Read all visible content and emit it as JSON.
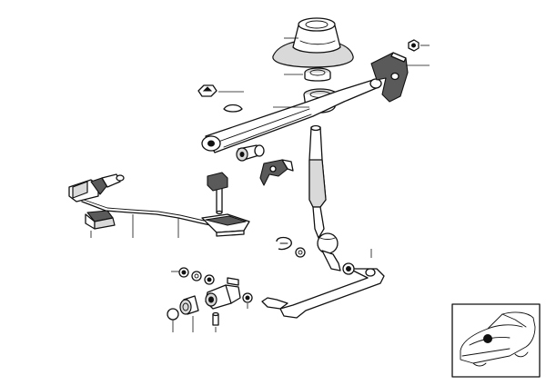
{
  "diagram": {
    "background": "#ffffff",
    "ink": "#111111",
    "shade": "#5a5a5a",
    "light_shade": "#d9d9d9",
    "icons": [
      "gear-knob-boot",
      "bushing-ring",
      "shift-arm",
      "bracket",
      "nut",
      "clip",
      "electrical-connector",
      "switch",
      "plug",
      "shift-lever",
      "selector-rod",
      "washer",
      "pin",
      "car-locator"
    ]
  }
}
